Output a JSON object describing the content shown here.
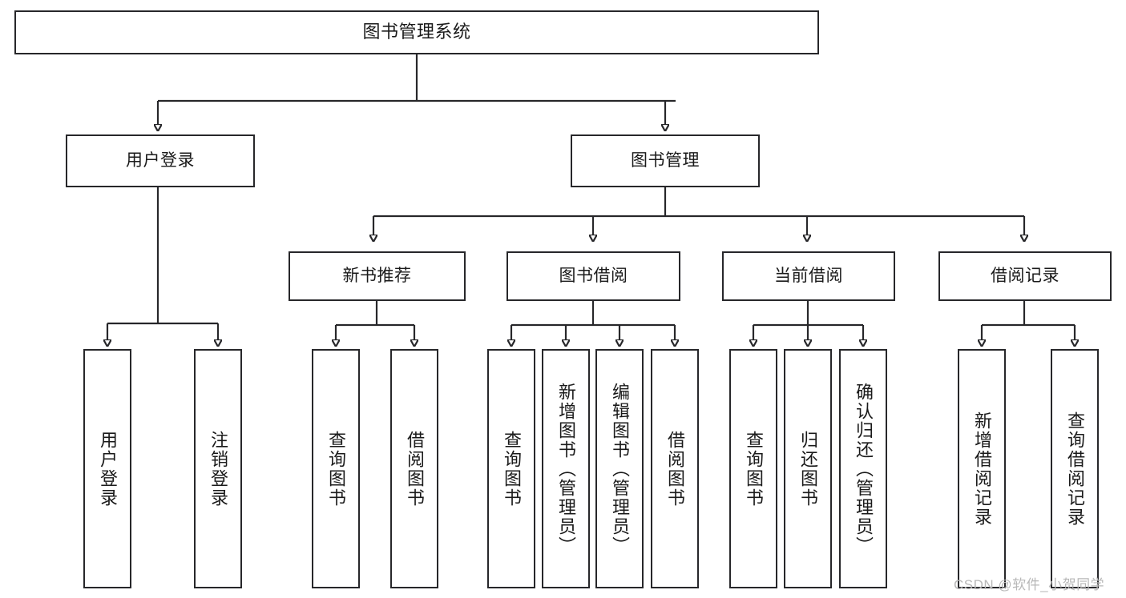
{
  "diagram": {
    "title": "图书管理系统",
    "type": "hierarchy-tree",
    "watermark": "CSDN @软件_小贺同学",
    "colors": {
      "stroke": "#27272a",
      "fill": "#ffffff",
      "text": "#1a1a1a",
      "watermark": "#b8b8b8"
    },
    "levels": {
      "root": {
        "label": "图书管理系统"
      },
      "level2": [
        {
          "label": "用户登录"
        },
        {
          "label": "图书管理"
        }
      ],
      "level3": [
        {
          "label": "新书推荐"
        },
        {
          "label": "图书借阅"
        },
        {
          "label": "当前借阅"
        },
        {
          "label": "借阅记录"
        }
      ],
      "leaves": {
        "user_login": [
          {
            "label": "用户登录"
          },
          {
            "label": "注销登录"
          }
        ],
        "new_book_recommend": [
          {
            "label": "查询图书"
          },
          {
            "label": "借阅图书"
          }
        ],
        "book_borrow": [
          {
            "label": "查询图书"
          },
          {
            "label": "新增图书（管理员）"
          },
          {
            "label": "编辑图书（管理员）"
          },
          {
            "label": "借阅图书"
          }
        ],
        "current_borrow": [
          {
            "label": "查询图书"
          },
          {
            "label": "归还图书"
          },
          {
            "label": "确认归还（管理员）"
          }
        ],
        "borrow_record": [
          {
            "label": "新增借阅记录"
          },
          {
            "label": "查询借阅记录"
          }
        ]
      }
    }
  }
}
